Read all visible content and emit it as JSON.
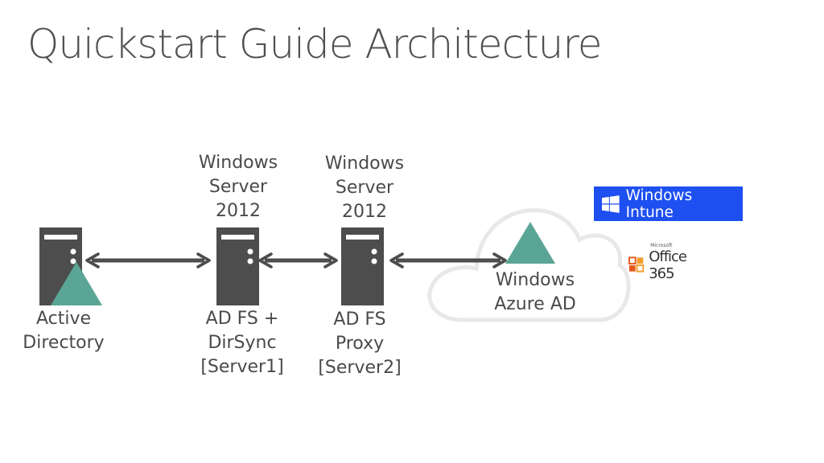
{
  "title": "Quickstart Guide Architecture",
  "colors": {
    "server": "#4d4d4d",
    "arrow": "#4d4d4d",
    "triangle": "#5aa596",
    "cloud_stroke": "#e8e8e8",
    "intune_bg": "#1e4ff0",
    "office_orange": "#e35a1b"
  },
  "nodes": {
    "active_directory": {
      "label": [
        "Active",
        "Directory"
      ]
    },
    "server1": {
      "top_label": [
        "Windows",
        "Server",
        "2012"
      ],
      "bottom_label": [
        "AD FS +",
        "DirSync",
        "[Server1]"
      ]
    },
    "server2": {
      "top_label": [
        "Windows",
        "Server",
        "2012"
      ],
      "bottom_label": [
        "AD FS",
        "Proxy",
        "[Server2]"
      ]
    },
    "azure_ad": {
      "label": [
        "Windows",
        "Azure AD"
      ]
    }
  },
  "logos": {
    "intune": {
      "text": "Windows Intune",
      "icon": "windows-logo-icon"
    },
    "office365": {
      "brand": "Microsoft",
      "text": "Office 365",
      "icon": "office-logo-icon"
    }
  }
}
